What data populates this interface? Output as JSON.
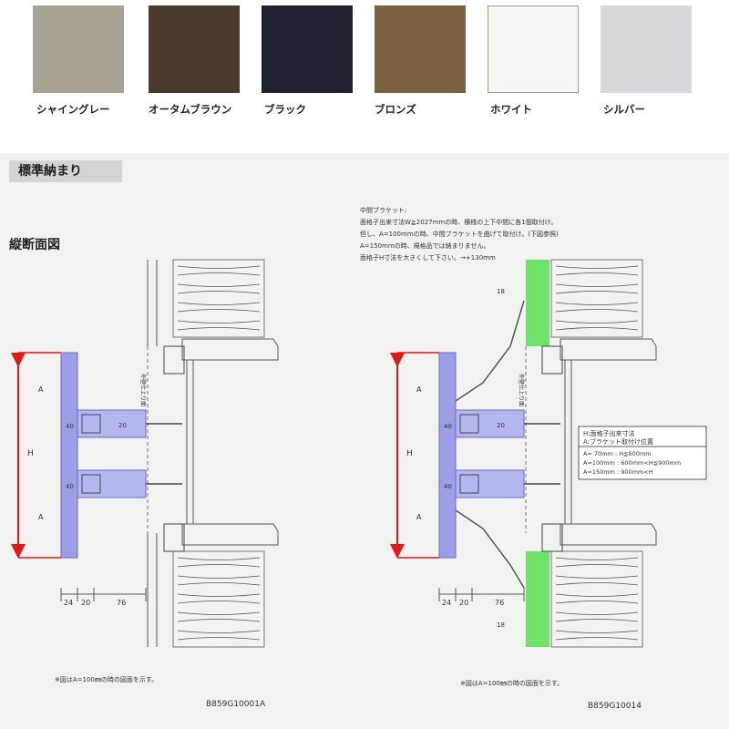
{
  "colors": [
    {
      "name": "シャイングレー",
      "hex": "#a9a394"
    },
    {
      "name": "オータムブラウン",
      "hex": "#4a3a2a"
    },
    {
      "name": "ブラック",
      "hex": "#1e2230"
    },
    {
      "name": "ブロンズ",
      "hex": "#7a6240"
    },
    {
      "name": "ホワイト",
      "hex": "#f7f6f0"
    },
    {
      "name": "シルバー",
      "hex": "#d6d8da"
    }
  ],
  "section_title": "標準納まり",
  "subtitle": "縦断面図",
  "left_drawing": {
    "dims_bottom": [
      "24",
      "20",
      "76"
    ],
    "dim_a": "A",
    "dim_h": "H",
    "dim_40": "40",
    "dim_20": "20",
    "wall_label": "外壁仕上り面",
    "note": "※図はA=100㎜の時の図面を示す。",
    "code": "B859G10001A"
  },
  "right_drawing": {
    "bracket_notes": [
      "中間ブラケット:",
      "面格子出来寸法W≧2027mmの時、横桟の上下中間に各1個取付け。",
      "但し、A=100mmの時、中間ブラケットを曲げて取付け。(下図参照)",
      "A=150mmの時、規格品では納まりません。",
      "面格子H寸法を大きくして下さい。→+130mm"
    ],
    "dims_bottom": [
      "24",
      "20",
      "76"
    ],
    "dim_18": "18",
    "dim_a": "A",
    "dim_h": "H",
    "dim_40": "40",
    "dim_20": "20",
    "wall_label": "外壁仕上り面",
    "table_title_1": "H:面格子出来寸法",
    "table_title_2": "A:ブラケット取付け位置",
    "table_rows": [
      "A=  70mm  :  H≦600mm",
      "A=100mm  :  600mm<H≦900mm",
      "A=150mm  :  900mm<H"
    ],
    "note": "※図はA=100㎜の時の図面を示す。",
    "code": "B859G10014"
  }
}
